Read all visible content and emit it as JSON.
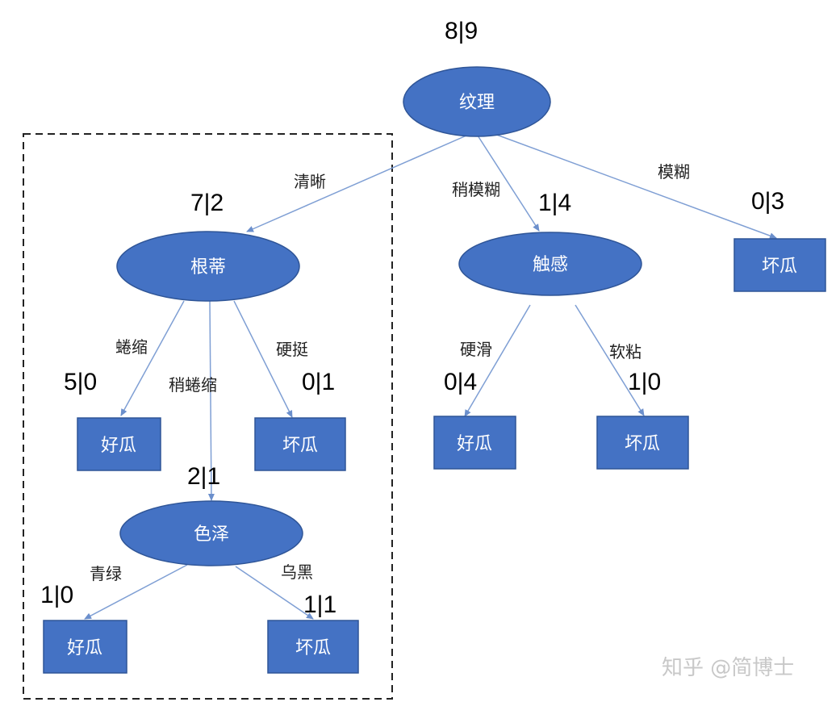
{
  "root": {
    "label": "纹理",
    "count": "8|9"
  },
  "edges": {
    "clear": "清晰",
    "slightly_blurry": "稍模糊",
    "blurry": "模糊",
    "curled": "蜷缩",
    "slightly_curled": "稍蜷缩",
    "stiff": "硬挺",
    "hard_smooth": "硬滑",
    "soft_sticky": "软粘",
    "green": "青绿",
    "black": "乌黑"
  },
  "nodes": {
    "root_stem": {
      "label": "根蒂",
      "count": "7|2"
    },
    "touch": {
      "label": "触感",
      "count": "1|4"
    },
    "blurry_leaf": {
      "label": "坏瓜",
      "count": "0|3"
    },
    "curled_leaf": {
      "label": "好瓜",
      "count": "5|0"
    },
    "stiff_leaf": {
      "label": "坏瓜",
      "count": "0|1"
    },
    "color": {
      "label": "色泽",
      "count": "2|1"
    },
    "green_leaf": {
      "label": "好瓜",
      "count": "1|0"
    },
    "black_leaf": {
      "label": "坏瓜",
      "count": "1|1"
    },
    "hard_smooth_leaf": {
      "label": "好瓜",
      "count": "0|4"
    },
    "soft_sticky_leaf": {
      "label": "坏瓜",
      "count": "1|0"
    }
  },
  "watermark": "知乎 @简博士",
  "colors": {
    "node_fill": "#4472c4",
    "node_stroke": "#2f5597",
    "edge": "#7f9fd4"
  }
}
